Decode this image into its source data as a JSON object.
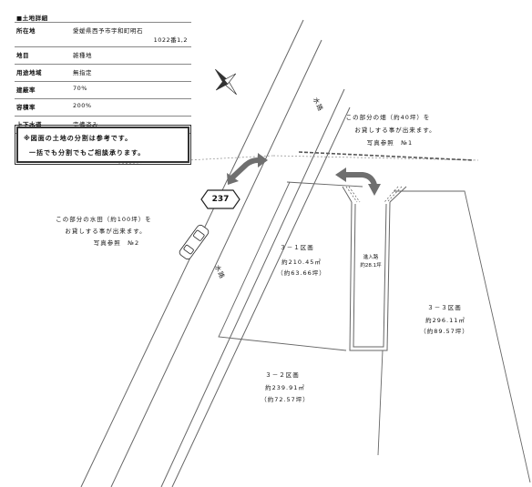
{
  "info_table": {
    "heading": "■土地詳細",
    "rows": [
      {
        "label": "所在地",
        "value": "愛媛県西予市宇和町明石",
        "value2": "1022番1,2"
      },
      {
        "label": "地目",
        "value": "雑種地"
      },
      {
        "label": "用途地域",
        "value": "無指定"
      },
      {
        "label": "建蔽率",
        "value": "70%"
      },
      {
        "label": "容積率",
        "value": "200%"
      },
      {
        "label": "上下水道",
        "value": "完備済み"
      }
    ]
  },
  "notice": {
    "line1": "※図面の土地の分割は参考です。",
    "line2": "一括でも分割でもご相談承ります。"
  },
  "route_number": "237",
  "waterway_label": "水路",
  "callouts": {
    "field_top": {
      "line1": "この部分の畑（約40坪）を",
      "line2": "お貸しする事が出来ます。",
      "line3": "写真参照　№1"
    },
    "paddy_left": {
      "line1": "この部分の水田（約100坪）を",
      "line2": "お貸しする事が出来ます。",
      "line3": "写真参照　№2"
    }
  },
  "lots": {
    "lot_3_1": {
      "name": "３－１区画",
      "area_m2": "約210.45㎡",
      "area_tsubo": "（約63.66坪）"
    },
    "lot_3_2": {
      "name": "３－２区画",
      "area_m2": "約239.91㎡",
      "area_tsubo": "（約72.57坪）"
    },
    "lot_3_3": {
      "name": "３－３区画",
      "area_m2": "約296.11㎡",
      "area_tsubo": "（約89.57坪）"
    }
  },
  "access_road": {
    "label": "進入路",
    "area": "約28.1坪"
  },
  "colors": {
    "arrow": "#6f6f6f",
    "lines": "#666666",
    "border": "#333333"
  }
}
